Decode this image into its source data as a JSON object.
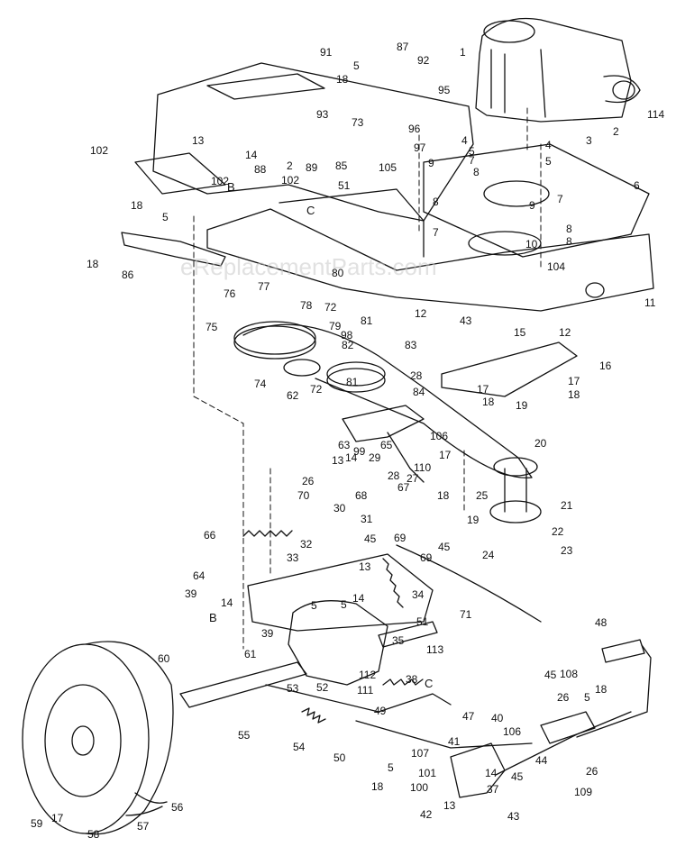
{
  "watermark": "eReplacementParts.com",
  "colors": {
    "ink": "#111111",
    "paper": "#ffffff"
  },
  "labels": [
    {
      "id": "l1",
      "text": "1"
    },
    {
      "id": "l2",
      "text": "2"
    },
    {
      "id": "l2b",
      "text": "2"
    },
    {
      "id": "l3",
      "text": "3"
    },
    {
      "id": "l4",
      "text": "4"
    },
    {
      "id": "l4b",
      "text": "4"
    },
    {
      "id": "l5",
      "text": "5"
    },
    {
      "id": "l5b",
      "text": "5"
    },
    {
      "id": "l5c",
      "text": "5"
    },
    {
      "id": "l5d",
      "text": "5"
    },
    {
      "id": "l5e",
      "text": "5"
    },
    {
      "id": "l5f",
      "text": "5"
    },
    {
      "id": "l5g",
      "text": "5"
    },
    {
      "id": "l5h",
      "text": "5"
    },
    {
      "id": "l6",
      "text": "6"
    },
    {
      "id": "l7",
      "text": "7"
    },
    {
      "id": "l7b",
      "text": "7"
    },
    {
      "id": "l7c",
      "text": "7"
    },
    {
      "id": "l8",
      "text": "8"
    },
    {
      "id": "l8b",
      "text": "8"
    },
    {
      "id": "l8c",
      "text": "8"
    },
    {
      "id": "l8d",
      "text": "8"
    },
    {
      "id": "l9",
      "text": "9"
    },
    {
      "id": "l9b",
      "text": "9"
    },
    {
      "id": "l10",
      "text": "10"
    },
    {
      "id": "l11",
      "text": "11"
    },
    {
      "id": "l12",
      "text": "12"
    },
    {
      "id": "l12b",
      "text": "12"
    },
    {
      "id": "l13",
      "text": "13"
    },
    {
      "id": "l13b",
      "text": "13"
    },
    {
      "id": "l13c",
      "text": "13"
    },
    {
      "id": "l13d",
      "text": "13"
    },
    {
      "id": "l14",
      "text": "14"
    },
    {
      "id": "l14b",
      "text": "14"
    },
    {
      "id": "l14c",
      "text": "14"
    },
    {
      "id": "l14d",
      "text": "14"
    },
    {
      "id": "l14e",
      "text": "14"
    },
    {
      "id": "l15",
      "text": "15"
    },
    {
      "id": "l16",
      "text": "16"
    },
    {
      "id": "l17",
      "text": "17"
    },
    {
      "id": "l17b",
      "text": "17"
    },
    {
      "id": "l17c",
      "text": "17"
    },
    {
      "id": "l17d",
      "text": "17"
    },
    {
      "id": "l18",
      "text": "18"
    },
    {
      "id": "l18b",
      "text": "18"
    },
    {
      "id": "l18c",
      "text": "18"
    },
    {
      "id": "l18d",
      "text": "18"
    },
    {
      "id": "l18e",
      "text": "18"
    },
    {
      "id": "l18f",
      "text": "18"
    },
    {
      "id": "l18g",
      "text": "18"
    },
    {
      "id": "l18h",
      "text": "18"
    },
    {
      "id": "l19",
      "text": "19"
    },
    {
      "id": "l19b",
      "text": "19"
    },
    {
      "id": "l20",
      "text": "20"
    },
    {
      "id": "l21",
      "text": "21"
    },
    {
      "id": "l22",
      "text": "22"
    },
    {
      "id": "l23",
      "text": "23"
    },
    {
      "id": "l24",
      "text": "24"
    },
    {
      "id": "l25",
      "text": "25"
    },
    {
      "id": "l26",
      "text": "26"
    },
    {
      "id": "l26b",
      "text": "26"
    },
    {
      "id": "l26c",
      "text": "26"
    },
    {
      "id": "l27",
      "text": "27"
    },
    {
      "id": "l28",
      "text": "28"
    },
    {
      "id": "l28b",
      "text": "28"
    },
    {
      "id": "l29",
      "text": "29"
    },
    {
      "id": "l30",
      "text": "30"
    },
    {
      "id": "l31",
      "text": "31"
    },
    {
      "id": "l32",
      "text": "32"
    },
    {
      "id": "l33",
      "text": "33"
    },
    {
      "id": "l34",
      "text": "34"
    },
    {
      "id": "l35",
      "text": "35"
    },
    {
      "id": "l37",
      "text": "37"
    },
    {
      "id": "l38",
      "text": "38"
    },
    {
      "id": "l39",
      "text": "39"
    },
    {
      "id": "l39b",
      "text": "39"
    },
    {
      "id": "l40",
      "text": "40"
    },
    {
      "id": "l41",
      "text": "41"
    },
    {
      "id": "l42",
      "text": "42"
    },
    {
      "id": "l43",
      "text": "43"
    },
    {
      "id": "l43b",
      "text": "43"
    },
    {
      "id": "l44",
      "text": "44"
    },
    {
      "id": "l45",
      "text": "45"
    },
    {
      "id": "l45b",
      "text": "45"
    },
    {
      "id": "l45c",
      "text": "45"
    },
    {
      "id": "l45d",
      "text": "45"
    },
    {
      "id": "l47",
      "text": "47"
    },
    {
      "id": "l48",
      "text": "48"
    },
    {
      "id": "l49",
      "text": "49"
    },
    {
      "id": "l50",
      "text": "50"
    },
    {
      "id": "l51",
      "text": "51"
    },
    {
      "id": "l51b",
      "text": "51"
    },
    {
      "id": "l52",
      "text": "52"
    },
    {
      "id": "l53",
      "text": "53"
    },
    {
      "id": "l54",
      "text": "54"
    },
    {
      "id": "l55",
      "text": "55"
    },
    {
      "id": "l56",
      "text": "56"
    },
    {
      "id": "l57",
      "text": "57"
    },
    {
      "id": "l58",
      "text": "58"
    },
    {
      "id": "l59",
      "text": "59"
    },
    {
      "id": "l60",
      "text": "60"
    },
    {
      "id": "l61",
      "text": "61"
    },
    {
      "id": "l62",
      "text": "62"
    },
    {
      "id": "l63",
      "text": "63"
    },
    {
      "id": "l64",
      "text": "64"
    },
    {
      "id": "l65",
      "text": "65"
    },
    {
      "id": "l66",
      "text": "66"
    },
    {
      "id": "l67",
      "text": "67"
    },
    {
      "id": "l68",
      "text": "68"
    },
    {
      "id": "l69",
      "text": "69"
    },
    {
      "id": "l69b",
      "text": "69"
    },
    {
      "id": "l70",
      "text": "70"
    },
    {
      "id": "l71",
      "text": "71"
    },
    {
      "id": "l72",
      "text": "72"
    },
    {
      "id": "l72b",
      "text": "72"
    },
    {
      "id": "l73",
      "text": "73"
    },
    {
      "id": "l74",
      "text": "74"
    },
    {
      "id": "l75",
      "text": "75"
    },
    {
      "id": "l76",
      "text": "76"
    },
    {
      "id": "l77",
      "text": "77"
    },
    {
      "id": "l78",
      "text": "78"
    },
    {
      "id": "l79",
      "text": "79"
    },
    {
      "id": "l80",
      "text": "80"
    },
    {
      "id": "l81",
      "text": "81"
    },
    {
      "id": "l81b",
      "text": "81"
    },
    {
      "id": "l82",
      "text": "82"
    },
    {
      "id": "l83",
      "text": "83"
    },
    {
      "id": "l84",
      "text": "84"
    },
    {
      "id": "l85",
      "text": "85"
    },
    {
      "id": "l86",
      "text": "86"
    },
    {
      "id": "l87",
      "text": "87"
    },
    {
      "id": "l88",
      "text": "88"
    },
    {
      "id": "l89",
      "text": "89"
    },
    {
      "id": "l91",
      "text": "91"
    },
    {
      "id": "l92",
      "text": "92"
    },
    {
      "id": "l93",
      "text": "93"
    },
    {
      "id": "l95",
      "text": "95"
    },
    {
      "id": "l96",
      "text": "96"
    },
    {
      "id": "l97",
      "text": "97"
    },
    {
      "id": "l98",
      "text": "98"
    },
    {
      "id": "l99",
      "text": "99"
    },
    {
      "id": "l100",
      "text": "100"
    },
    {
      "id": "l101",
      "text": "101"
    },
    {
      "id": "l102",
      "text": "102"
    },
    {
      "id": "l102b",
      "text": "102"
    },
    {
      "id": "l102c",
      "text": "102"
    },
    {
      "id": "l104",
      "text": "104"
    },
    {
      "id": "l105",
      "text": "105"
    },
    {
      "id": "l106",
      "text": "106"
    },
    {
      "id": "l106b",
      "text": "106"
    },
    {
      "id": "l107",
      "text": "107"
    },
    {
      "id": "l108",
      "text": "108"
    },
    {
      "id": "l109",
      "text": "109"
    },
    {
      "id": "l110",
      "text": "110"
    },
    {
      "id": "l111",
      "text": "111"
    },
    {
      "id": "l112",
      "text": "112"
    },
    {
      "id": "l113",
      "text": "113"
    },
    {
      "id": "l114",
      "text": "114"
    },
    {
      "id": "lB",
      "text": "B"
    },
    {
      "id": "lB2",
      "text": "B"
    },
    {
      "id": "lC",
      "text": "C"
    },
    {
      "id": "lC2",
      "text": "C"
    }
  ]
}
